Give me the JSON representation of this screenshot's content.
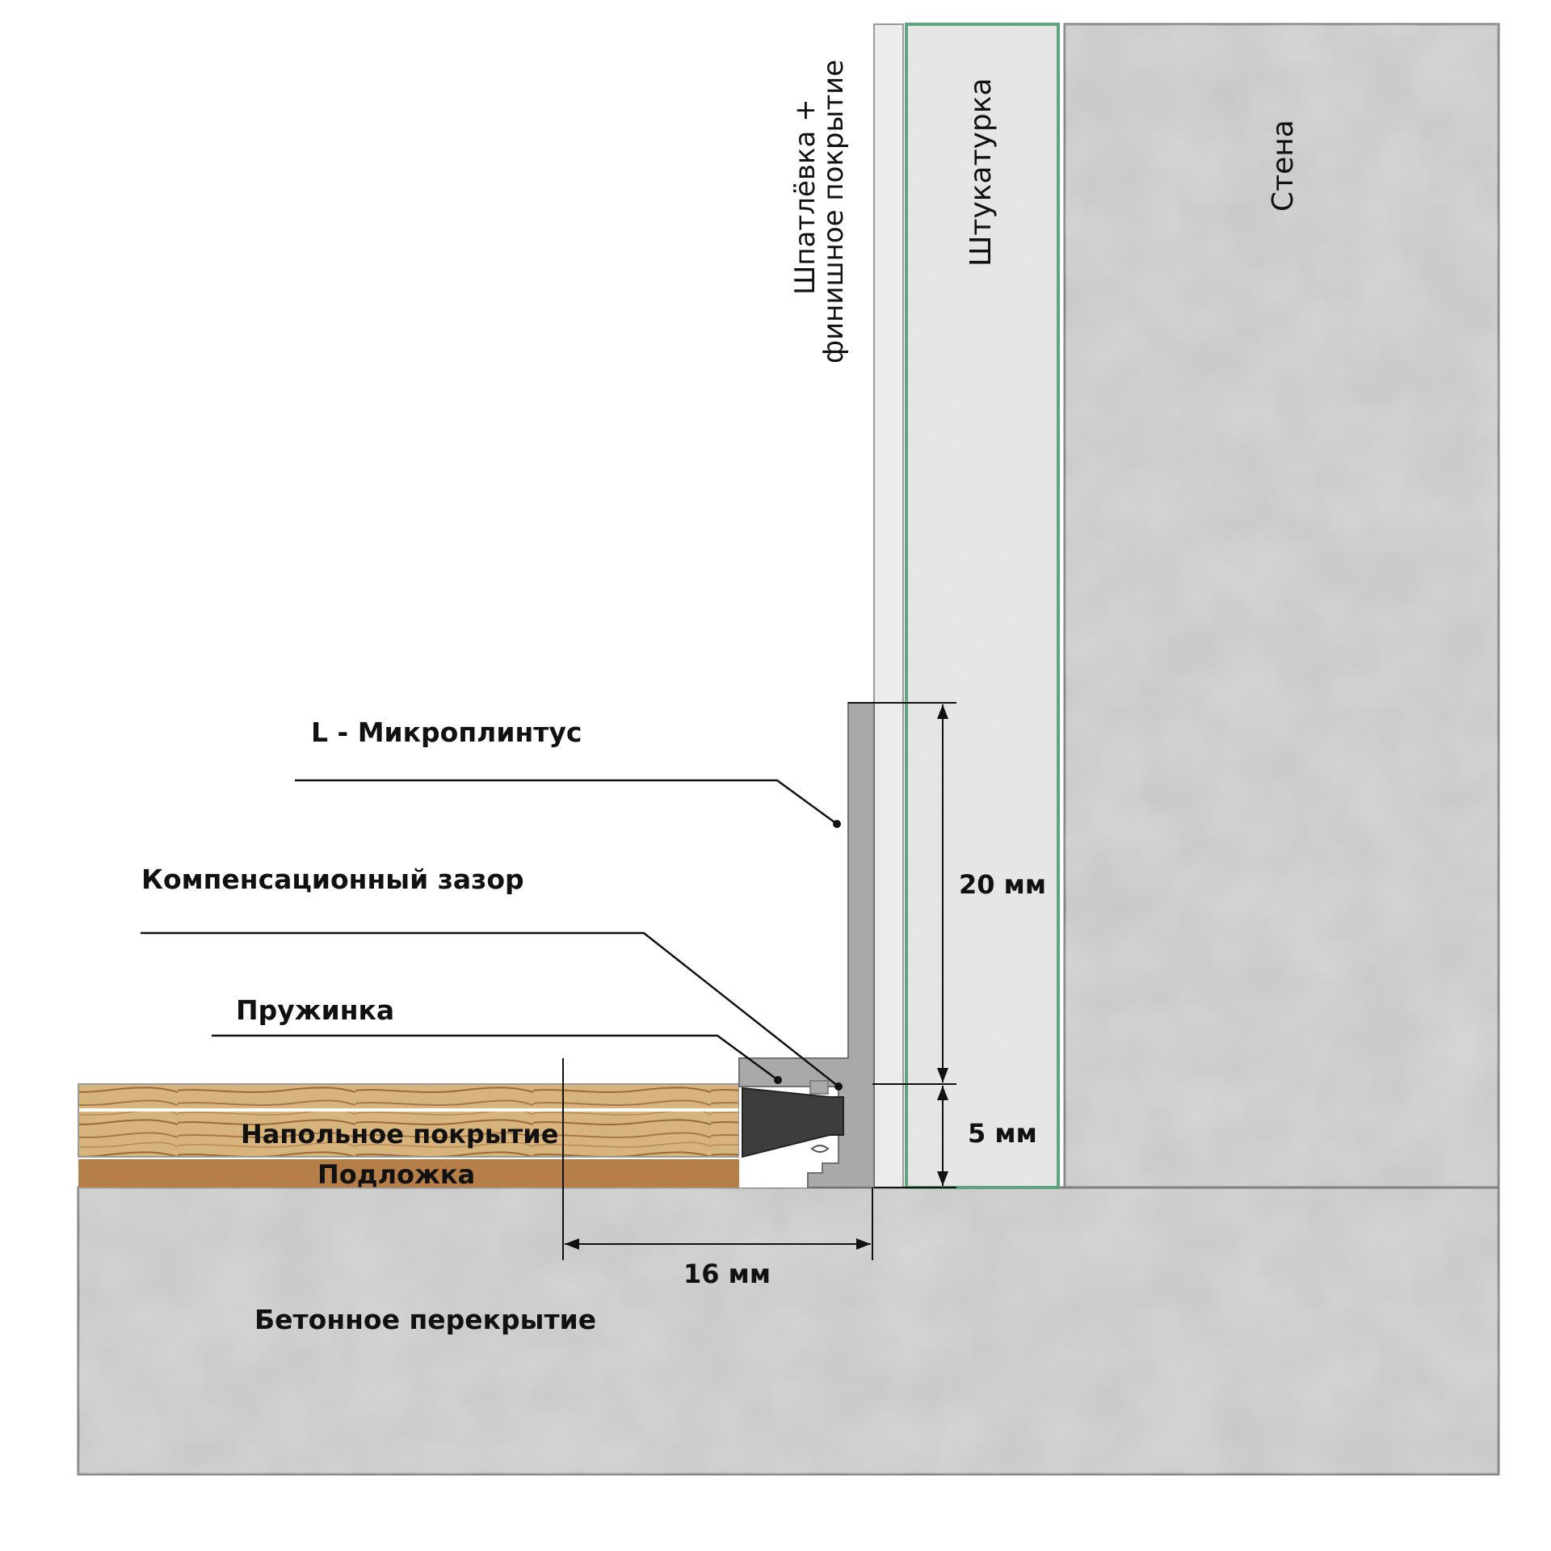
{
  "labels": {
    "putty_line1": "Шпатлёвка +",
    "putty_line2": "финишное покрытие",
    "plaster": "Штукатурка",
    "wall": "Стена",
    "micro_plinth": "L - Микроплинтус",
    "expansion_gap": "Компенсационный зазор",
    "spring": "Пружинка",
    "floor_covering": "Напольное покрытие",
    "underlay": "Подложка",
    "concrete_slab": "Бетонное перекрытие"
  },
  "dimensions": {
    "height_upper": "20 мм",
    "height_lower": "5 мм",
    "width": "16 мм"
  },
  "colors": {
    "concrete": "#c9c9c9",
    "concrete_dark": "#b3b3b3",
    "plaster": "#e2e2e2",
    "plaster_border": "#5fa37f",
    "putty": "#ececec",
    "wood_light": "#d4b27a",
    "wood_dark": "#a9763f",
    "cork": "#b8773e",
    "profile": "#a9a9a9",
    "spring": "#3d3d3d",
    "line": "#111111"
  }
}
